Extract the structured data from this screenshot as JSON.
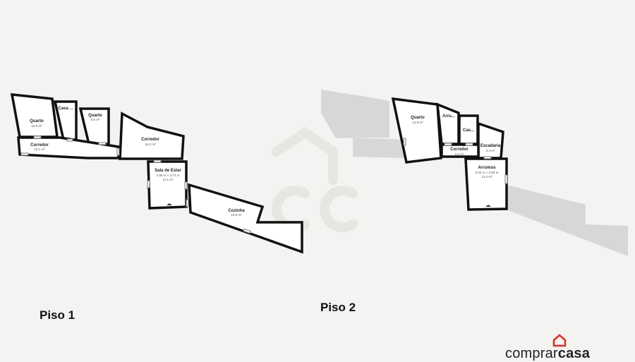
{
  "floors": [
    {
      "label": "Piso 1",
      "rooms": [
        {
          "name": "Quarto",
          "area": "15.8 m²"
        },
        {
          "name": "Casa ..."
        },
        {
          "name": "Quarto",
          "area": "6.6 m²"
        },
        {
          "name": "Corredor",
          "area": "15.0 m²"
        },
        {
          "name": "Corredor",
          "area": "10.1 m²"
        },
        {
          "name": "Sala de Estar",
          "dims": "2.98 m × 3.73 m",
          "area": "11.1 m²"
        },
        {
          "name": "Cozinha",
          "area": "19.6 m²"
        }
      ]
    },
    {
      "label": "Piso 2",
      "rooms": [
        {
          "name": "Quarto",
          "area": "13.8 m²"
        },
        {
          "name": "Arru..."
        },
        {
          "name": "Cas..."
        },
        {
          "name": "Escadaria",
          "area": "4.4 m²"
        },
        {
          "name": "Corredor",
          "area": "2.6 m²"
        },
        {
          "name": "Arrumos",
          "dims": "3.03 m × 3.88 m",
          "area": "11.6 m²"
        }
      ]
    }
  ],
  "brand": {
    "part1": "comprar",
    "part2": "casa",
    "color": "#d8322b"
  },
  "icons": {
    "brand": "house-icon"
  }
}
